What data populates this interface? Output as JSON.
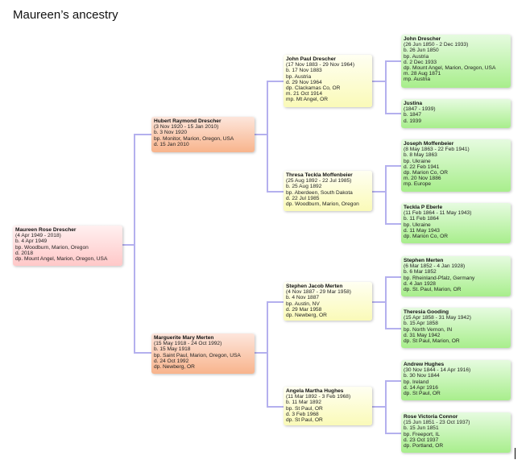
{
  "title": "Maureen’s ancestry",
  "people": [
    {
      "name": "Maureen Rose Drescher",
      "lines": [
        "(4 Apr 1949 - 2018)",
        "b. 4 Apr 1949",
        "bp. Woodburn, Marion, Oregon",
        "d. 2018",
        "dp. Mount Angel, Marion, Oregon, USA"
      ]
    },
    {
      "name": "Hubert Raymond Drescher",
      "lines": [
        "(3 Nov 1920 - 15 Jan 2010)",
        "b. 3 Nov 1920",
        "bp. Monitor, Marion, Oregon, USA",
        "d. 15 Jan 2010"
      ]
    },
    {
      "name": "Marguerite Mary Merten",
      "lines": [
        "(15 May 1918 - 24 Oct 1992)",
        "b. 15 May 1918",
        "bp. Saint Paul, Marion, Oregon, USA",
        "d. 24 Oct 1992",
        "dp. Newberg, OR"
      ]
    },
    {
      "name": "John Paul Drescher",
      "lines": [
        "(17 Nov 1883 - 29 Nov 1964)",
        "b. 17 Nov 1883",
        "bp. Austria",
        "d. 29 Nov 1964",
        "dp. Clackamas Co, OR",
        "m. 21 Oct 1914",
        "mp. Mt Angel, OR"
      ]
    },
    {
      "name": "Thresa Teckla Moffenbeier",
      "lines": [
        "(25 Aug 1892 - 22 Jul 1985)",
        "b. 25 Aug 1892",
        "bp. Aberdeen, South Dakota",
        "d. 22 Jul 1985",
        "dp. Woodburn, Marion, Oregon"
      ]
    },
    {
      "name": "Stephen Jacob Merten",
      "lines": [
        "(4 Nov 1887 - 29 Mar 1958)",
        "b. 4 Nov 1887",
        "bp. Austin, NV",
        "d. 29 Mar 1958",
        "dp. Newberg, OR"
      ]
    },
    {
      "name": "Angela Martha Hughes",
      "lines": [
        "(11 Mar 1892 - 3 Feb 1968)",
        "b. 11 Mar 1892",
        "bp. St Paul, OR",
        "d. 3 Feb 1968",
        "dp. St Paul, OR"
      ]
    },
    {
      "name": "John Drescher",
      "lines": [
        "(26 Jun 1850 - 2 Dec 1933)",
        "b. 26 Jun 1850",
        "bp. Austria",
        "d. 2 Dec 1933",
        "dp. Mount Angel, Marion, Oregon, USA",
        "m. 28 Aug 1871",
        "mp. Austria"
      ]
    },
    {
      "name": "Justina",
      "lines": [
        "(1847 - 1939)",
        "b. 1847",
        "d. 1939"
      ]
    },
    {
      "name": "Joseph Moffenbeier",
      "lines": [
        "(8 May 1863 - 22 Feb 1941)",
        "b. 8 May 1863",
        "bp. Ukraine",
        "d. 22 Feb 1941",
        "dp. Marion Co, OR",
        "m. 20 Nov 1886",
        "mp. Europe"
      ]
    },
    {
      "name": "Teckla P Eberle",
      "lines": [
        "(11 Feb 1864 - 11 May 1943)",
        "b. 11 Feb 1864",
        "bp. Ukraine",
        "d. 11 May 1943",
        "dp. Marion Co, OR"
      ]
    },
    {
      "name": "Stephen Merten",
      "lines": [
        "(6 Mar 1852 - 4 Jan 1928)",
        "b. 6 Mar 1852",
        "bp. Rheinland-Pfalz, Germany",
        "d. 4 Jan 1928",
        "dp. St. Paul, Marion, OR"
      ]
    },
    {
      "name": "Theresia Gooding",
      "lines": [
        "(15 Apr 1858 - 31 May 1942)",
        "b. 15 Apr 1858",
        "bp. North Vernon, IN",
        "d. 31 May 1942",
        "dp. St Paul, Marion, OR"
      ]
    },
    {
      "name": "Andrew Hughes",
      "lines": [
        "(30 Nov 1844 - 14 Apr 1916)",
        "b. 30 Nov 1844",
        "bp. Ireland",
        "d. 14 Apr 1916",
        "dp. St Paul, OR"
      ]
    },
    {
      "name": "Rose Victoria Connor",
      "lines": [
        "(15 Jun 1851 - 23 Oct 1937)",
        "b. 15 Jun 1851",
        "bp. Freeport, IL",
        "d. 23 Oct 1937",
        "dp. Portland, OR"
      ]
    }
  ]
}
